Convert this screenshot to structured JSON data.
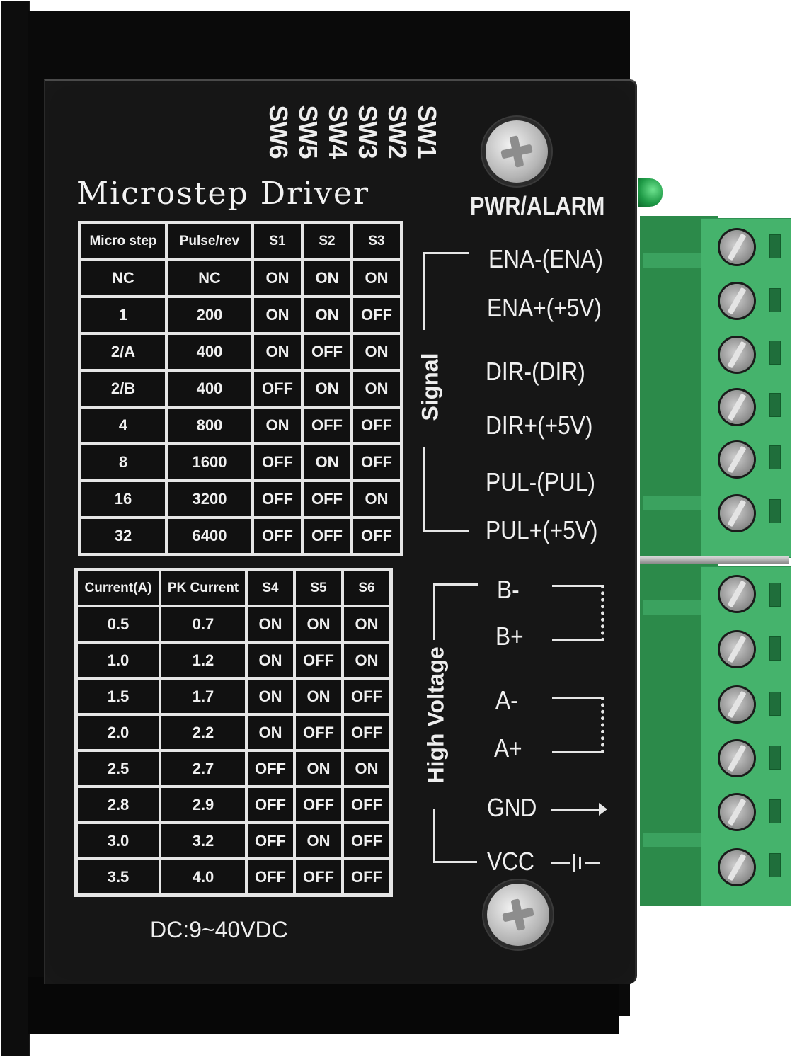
{
  "product": {
    "title": "Microstep Driver",
    "power_rating": "DC:9~40VDC",
    "pwr_alarm_label": "PWR/ALARM",
    "dip_switch_labels": [
      "SW6",
      "SW5",
      "SW4",
      "SW3",
      "SW2",
      "SW1"
    ]
  },
  "microstep_table": {
    "headers": [
      "Micro step",
      "Pulse/rev",
      "S1",
      "S2",
      "S3"
    ],
    "rows": [
      [
        "NC",
        "NC",
        "ON",
        "ON",
        "ON"
      ],
      [
        "1",
        "200",
        "ON",
        "ON",
        "OFF"
      ],
      [
        "2/A",
        "400",
        "ON",
        "OFF",
        "ON"
      ],
      [
        "2/B",
        "400",
        "OFF",
        "ON",
        "ON"
      ],
      [
        "4",
        "800",
        "ON",
        "OFF",
        "OFF"
      ],
      [
        "8",
        "1600",
        "OFF",
        "ON",
        "OFF"
      ],
      [
        "16",
        "3200",
        "OFF",
        "OFF",
        "ON"
      ],
      [
        "32",
        "6400",
        "OFF",
        "OFF",
        "OFF"
      ]
    ]
  },
  "current_table": {
    "headers": [
      "Current(A)",
      "PK Current",
      "S4",
      "S5",
      "S6"
    ],
    "rows": [
      [
        "0.5",
        "0.7",
        "ON",
        "ON",
        "ON"
      ],
      [
        "1.0",
        "1.2",
        "ON",
        "OFF",
        "ON"
      ],
      [
        "1.5",
        "1.7",
        "ON",
        "ON",
        "OFF"
      ],
      [
        "2.0",
        "2.2",
        "ON",
        "OFF",
        "OFF"
      ],
      [
        "2.5",
        "2.7",
        "OFF",
        "ON",
        "ON"
      ],
      [
        "2.8",
        "2.9",
        "OFF",
        "OFF",
        "OFF"
      ],
      [
        "3.0",
        "3.2",
        "OFF",
        "ON",
        "OFF"
      ],
      [
        "3.5",
        "4.0",
        "OFF",
        "OFF",
        "OFF"
      ]
    ]
  },
  "signal_group": {
    "label": "Signal",
    "terminals": [
      "ENA-(ENA)",
      "ENA+(+5V)",
      "DIR-(DIR)",
      "DIR+(+5V)",
      "PUL-(PUL)",
      "PUL+(+5V)"
    ]
  },
  "high_voltage_group": {
    "label": "High Voltage",
    "terminals": [
      "B-",
      "B+",
      "A-",
      "A+",
      "GND",
      "VCC"
    ]
  },
  "colors": {
    "plate": "#161616",
    "text": "#f0f0f0",
    "terminal_green": "#45b36c",
    "led_green": "#1e9a46"
  }
}
